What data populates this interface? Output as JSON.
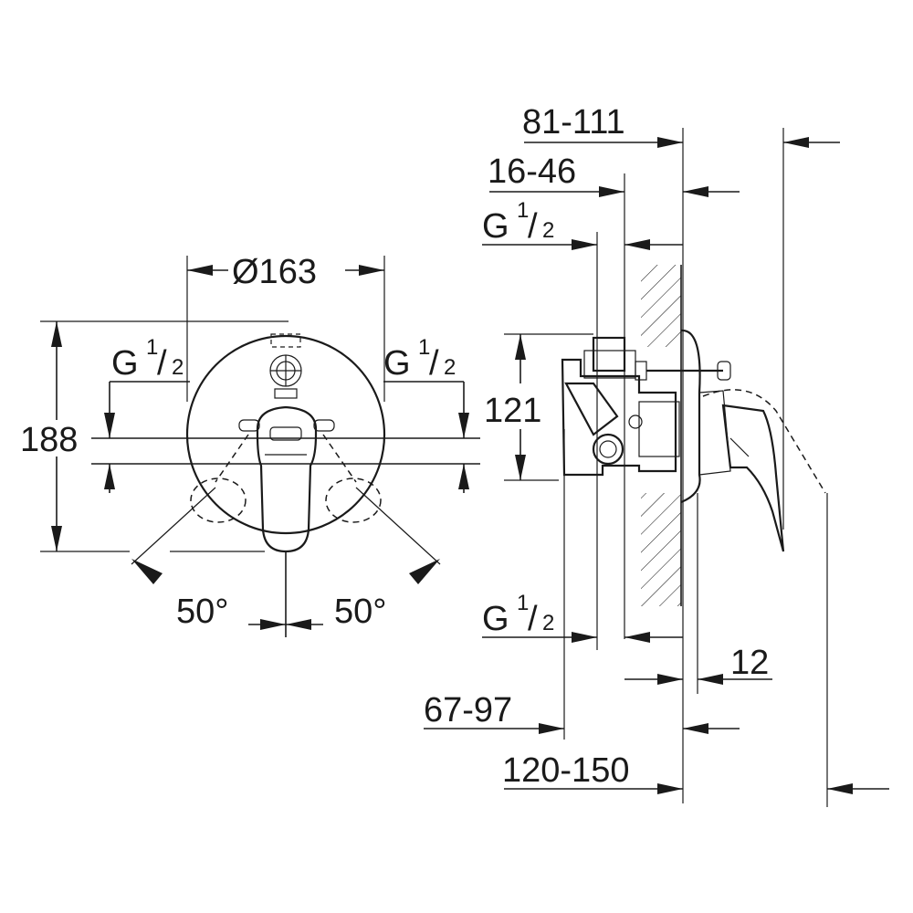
{
  "front_view": {
    "diameter_label": "Ø163",
    "height_label": "188",
    "angle_left_label": "50°",
    "angle_right_label": "50°",
    "thread_left": {
      "letter": "G",
      "numerator": "1",
      "slash": "/",
      "denominator": "2"
    },
    "thread_right": {
      "letter": "G",
      "numerator": "1",
      "slash": "/",
      "denominator": "2"
    }
  },
  "side_view": {
    "depth_81_111": "81-111",
    "depth_16_46": "16-46",
    "height_121": "121",
    "offset_12": "12",
    "depth_67_97": "67-97",
    "depth_120_150": "120-150",
    "thread_top": {
      "letter": "G",
      "numerator": "1",
      "slash": "/",
      "denominator": "2"
    },
    "thread_bottom": {
      "letter": "G",
      "numerator": "1",
      "slash": "/",
      "denominator": "2"
    }
  }
}
